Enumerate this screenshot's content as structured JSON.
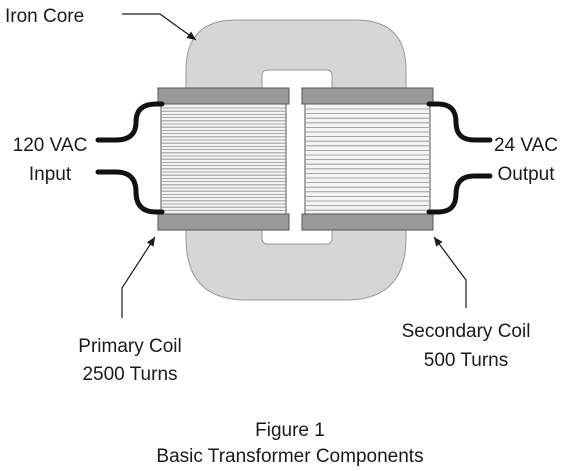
{
  "labels": {
    "core": "Iron Core",
    "input_line1": "120 VAC",
    "input_line2": "Input",
    "output_line1": "24 VAC",
    "output_line2": "Output",
    "primary_line1": "Primary Coil",
    "primary_line2": "2500 Turns",
    "secondary_line1": "Secondary Coil",
    "secondary_line2": "500 Turns"
  },
  "caption": {
    "figure": "Figure 1",
    "title": "Basic Transformer Components"
  },
  "colors": {
    "core_fill": "#d6d6d6",
    "flange_fill": "#9a9a9a",
    "winding_fill": "#f4f4f4",
    "winding_lines": "#8c8c8c",
    "lead_wire": "#111111",
    "outline": "#333333"
  }
}
